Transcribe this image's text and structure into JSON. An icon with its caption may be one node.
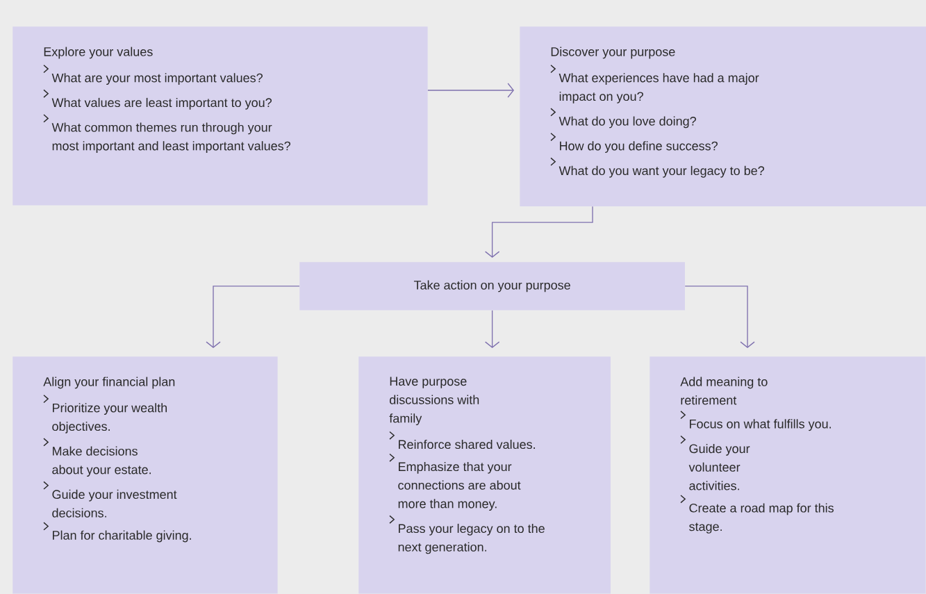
{
  "diagram": {
    "nodes": [
      {
        "text": [
          "Explore your values",
          "What are your most important values?",
          "What values are least important to you?",
          "What common themes run through your most important and least important values?"
        ]
      },
      {
        "text": [
          "Discover your purpose",
          "What experiences have had a major impact on you?",
          "What do you love doing?",
          "How do you define success?",
          "What do you want your legacy to be?"
        ]
      },
      {
        "text": [
          "Take action on your purpose"
        ]
      },
      {
        "text": [
          "Align your financial plan",
          "Prioritize your wealth objectives.",
          "Make decisions about your estate.",
          "Guide your investment decisions.",
          "Plan for charitable giving."
        ]
      },
      {
        "text": [
          "Have purpose discussions with family",
          "Reinforce shared values.",
          "Emphasize that your connections are about more than money.",
          "Pass your legacy on to the next generation."
        ]
      },
      {
        "text": [
          "Add meaning to retirement",
          "Focus on what fulfills you.",
          "Guide your volunteer activities.",
          "Create a road map for this stage."
        ]
      }
    ],
    "edges": [
      {
        "from": 0,
        "to": 1,
        "arrow": "to"
      },
      {
        "from": 1,
        "to": 2,
        "arrow": "to"
      },
      {
        "from": 2,
        "to": 3,
        "arrow": "to"
      },
      {
        "from": 2,
        "to": 4,
        "arrow": "to"
      },
      {
        "from": 2,
        "to": 5,
        "arrow": "to"
      }
    ]
  }
}
